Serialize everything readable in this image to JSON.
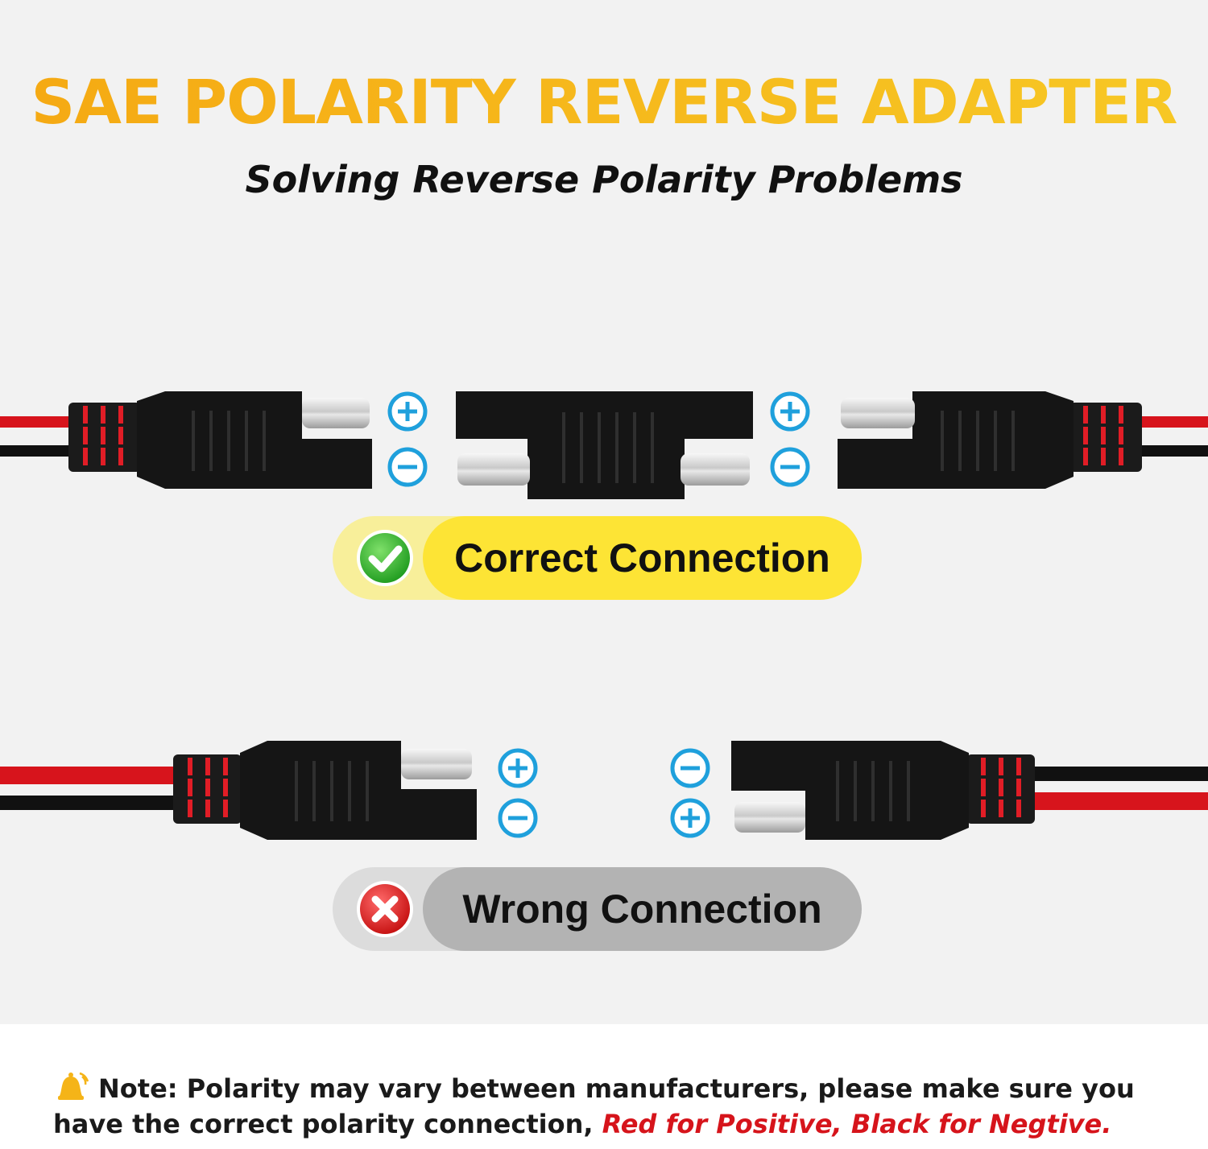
{
  "header": {
    "title": "SAE POLARITY REVERSE ADAPTER",
    "subtitle": "Solving Reverse Polarity Problems"
  },
  "status": {
    "correct_label": "Correct Connection",
    "wrong_label": "Wrong Connection"
  },
  "note": {
    "prefix": "Note:",
    "body": " Polarity may vary between manufacturers, please make sure you have the correct polarity connection, ",
    "emphasis": "Red for Positive, Black for Negtive."
  },
  "colors": {
    "title_orange": "#f5a913",
    "title_yellow": "#f7c825",
    "wire_red": "#d7141c",
    "wire_black": "#111111",
    "symbol_blue": "#1fa0dc",
    "correct_pill": "#fde435",
    "wrong_pill": "#b3b3b3",
    "emphasis_red": "#d6141b"
  },
  "icons": {
    "correct": "check-icon",
    "wrong": "cross-icon",
    "note": "bell-icon",
    "positive": "plus-circle-icon",
    "negative": "minus-circle-icon"
  }
}
